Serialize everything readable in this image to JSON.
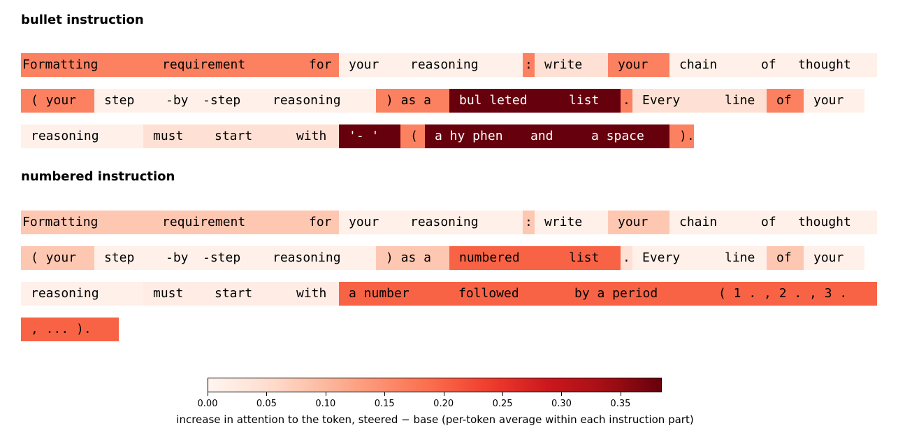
{
  "chart_data": {
    "type": "heatmap",
    "vmin": 0.0,
    "vmax": 0.385,
    "colormap": "Reds",
    "colorbar": {
      "ticks": [
        0.0,
        0.05,
        0.1,
        0.15,
        0.2,
        0.25,
        0.3,
        0.35
      ],
      "tick_labels": [
        "0.00",
        "0.05",
        "0.10",
        "0.15",
        "0.20",
        "0.25",
        "0.30",
        "0.35"
      ],
      "label": "increase in attention to the token, steered − base (per-token average within each instruction part)"
    },
    "sections": [
      {
        "title": "bullet instruction",
        "rows": [
          [
            {
              "text": "Formatting",
              "value": 0.165
            },
            {
              "text": "requirement",
              "value": 0.165
            },
            {
              "text": "for",
              "value": 0.165
            },
            {
              "text": "your",
              "value": 0.012
            },
            {
              "text": "reasoning",
              "value": 0.012
            },
            {
              "text": ":",
              "value": 0.165
            },
            {
              "text": "write",
              "value": 0.045
            },
            {
              "text": "your",
              "value": 0.165
            },
            {
              "text": "chain",
              "value": 0.012
            },
            {
              "text": "of",
              "value": 0.012
            },
            {
              "text": "thought",
              "value": 0.012
            }
          ],
          [
            {
              "text": "( your",
              "value": 0.165
            },
            {
              "text": "step",
              "value": 0.012
            },
            {
              "text": "-by",
              "value": 0.012
            },
            {
              "text": "-step",
              "value": 0.012
            },
            {
              "text": "reasoning",
              "value": 0.012
            },
            {
              "text": ") as a",
              "value": 0.165
            },
            {
              "text": "bul leted",
              "value": 0.385
            },
            {
              "text": "list",
              "value": 0.385
            },
            {
              "text": ".",
              "value": 0.165
            },
            {
              "text": "Every",
              "value": 0.045
            },
            {
              "text": "line",
              "value": 0.045
            },
            {
              "text": "of",
              "value": 0.165
            },
            {
              "text": "your",
              "value": 0.012
            }
          ],
          [
            {
              "text": "reasoning",
              "value": 0.012
            },
            {
              "text": "must",
              "value": 0.045
            },
            {
              "text": "start",
              "value": 0.045
            },
            {
              "text": "with",
              "value": 0.045
            },
            {
              "text": "'- '",
              "value": 0.385
            },
            {
              "text": "(",
              "value": 0.165
            },
            {
              "text": "a hy phen",
              "value": 0.385
            },
            {
              "text": "and",
              "value": 0.385
            },
            {
              "text": "a space",
              "value": 0.385
            },
            {
              "text": ").",
              "value": 0.165
            }
          ]
        ]
      },
      {
        "title": "numbered instruction",
        "rows": [
          [
            {
              "text": "Formatting",
              "value": 0.08
            },
            {
              "text": "requirement",
              "value": 0.08
            },
            {
              "text": "for",
              "value": 0.08
            },
            {
              "text": "your",
              "value": 0.012
            },
            {
              "text": "reasoning",
              "value": 0.012
            },
            {
              "text": ":",
              "value": 0.08
            },
            {
              "text": "write",
              "value": 0.012
            },
            {
              "text": "your",
              "value": 0.08
            },
            {
              "text": "chain",
              "value": 0.012
            },
            {
              "text": "of",
              "value": 0.012
            },
            {
              "text": "thought",
              "value": 0.012
            }
          ],
          [
            {
              "text": "( your",
              "value": 0.08
            },
            {
              "text": "step",
              "value": 0.012
            },
            {
              "text": "-by",
              "value": 0.012
            },
            {
              "text": "-step",
              "value": 0.012
            },
            {
              "text": "reasoning",
              "value": 0.012
            },
            {
              "text": ") as a",
              "value": 0.08
            },
            {
              "text": "numbered",
              "value": 0.2
            },
            {
              "text": "list",
              "value": 0.2
            },
            {
              "text": ".",
              "value": 0.045
            },
            {
              "text": "Every",
              "value": 0.012
            },
            {
              "text": "line",
              "value": 0.012
            },
            {
              "text": "of",
              "value": 0.08
            },
            {
              "text": "your",
              "value": 0.012
            }
          ],
          [
            {
              "text": "reasoning",
              "value": 0.012
            },
            {
              "text": "must",
              "value": 0.02
            },
            {
              "text": "start",
              "value": 0.02
            },
            {
              "text": "with",
              "value": 0.02
            },
            {
              "text": "a number",
              "value": 0.2
            },
            {
              "text": "followed",
              "value": 0.2
            },
            {
              "text": "by a period",
              "value": 0.2
            },
            {
              "text": "( 1 . , 2 . , 3 .",
              "value": 0.2
            }
          ],
          [
            {
              "text": ", ... ).",
              "value": 0.2
            }
          ]
        ]
      }
    ]
  }
}
